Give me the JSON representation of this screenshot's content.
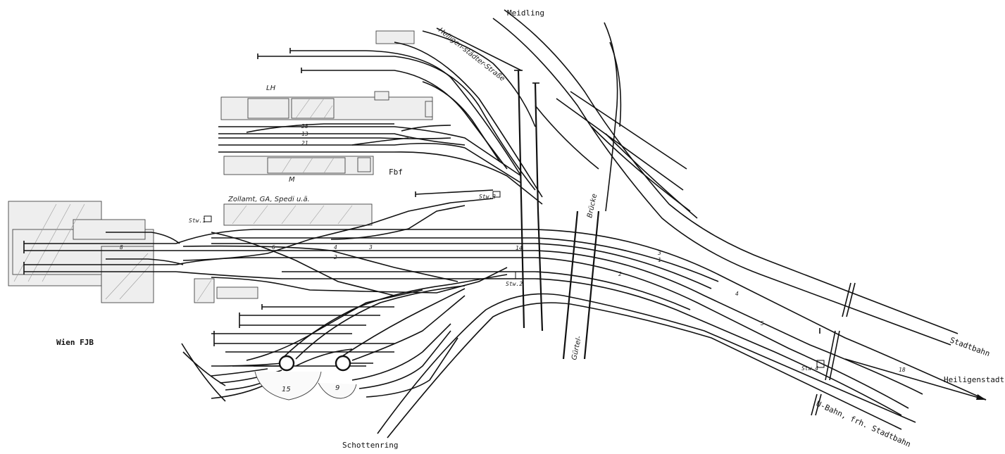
{
  "title": "Wien FJB",
  "destinations": {
    "meidling": "Meidling",
    "schottenring": "Schottenring",
    "heiligenstadt": "Heiligenstadt",
    "stadtbahn": "Stadtbahn",
    "ubahn": "U-Bahn, frh. Stadtbahn"
  },
  "buildings": {
    "lh": "LH",
    "m": "M",
    "fbf": "Fbf",
    "zollamt": "Zollamt, GA, Spedi u.ä."
  },
  "streets": {
    "heiligenstaedter": "Heiligen-städter-Straße",
    "guertel": "Gürtel-",
    "bruecke": "Brücke"
  },
  "signal_boxes": {
    "stw1": "Stw.1",
    "stw2": "Stw.2",
    "stw3": "Stw.3",
    "stw4": "Stw.4"
  },
  "turntables": {
    "left": "15",
    "right": "9"
  },
  "track_numbers": {
    "t28": "28",
    "t13": "13",
    "t21": "21",
    "t8a": "8",
    "t6": "6",
    "t4": "4",
    "t2": "2",
    "t3": "3",
    "t14": "14",
    "t18": "18",
    "t5": "5",
    "t3b": "3",
    "t1": "1",
    "t2b": "2",
    "t4b": "4"
  }
}
